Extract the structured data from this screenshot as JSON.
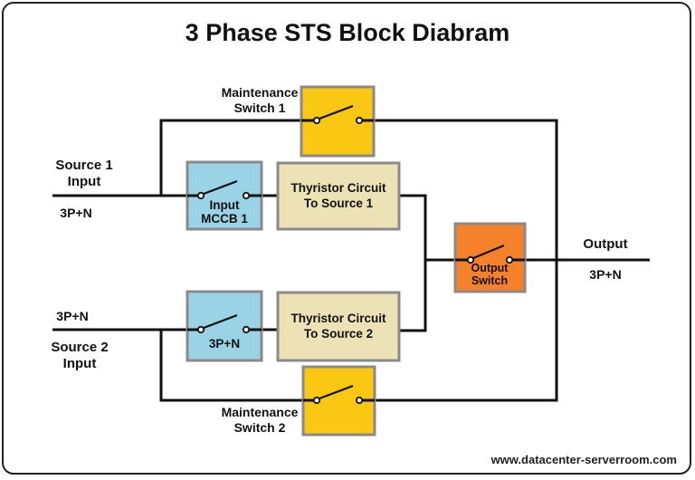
{
  "title": "3 Phase STS Block Diabram",
  "colors": {
    "maintenance_switch": "#fac712",
    "input_breaker": "#9ad3e6",
    "thyristor": "#ede2b6",
    "output_switch": "#f5812a",
    "box_border": "#8a8a8a",
    "wire": "#111111"
  },
  "labels": {
    "source1_line1": "Source 1",
    "source1_line2": "Input",
    "source1_spec": "3P+N",
    "source2_spec": "3P+N",
    "source2_line1": "Source 2",
    "source2_line2": "Input",
    "output_label": "Output",
    "output_spec": "3P+N",
    "maint1_line1": "Maintenance",
    "maint1_line2": "Switch 1",
    "maint2_line1": "Maintenance",
    "maint2_line2": "Switch 2"
  },
  "blocks": {
    "input_mccb1_line1": "Input",
    "input_mccb1_line2": "MCCB 1",
    "input2_label": "3P+N",
    "thyristor1_line1": "Thyristor Circuit",
    "thyristor1_line2": "To Source 1",
    "thyristor2_line1": "Thyristor Circuit",
    "thyristor2_line2": "To Source 2",
    "output_switch_line1": "Output",
    "output_switch_line2": "Switch"
  },
  "icons": {
    "switch_symbol": "open-switch-icon"
  },
  "footer": {
    "url": "www.datacenter-serverroom.com"
  }
}
